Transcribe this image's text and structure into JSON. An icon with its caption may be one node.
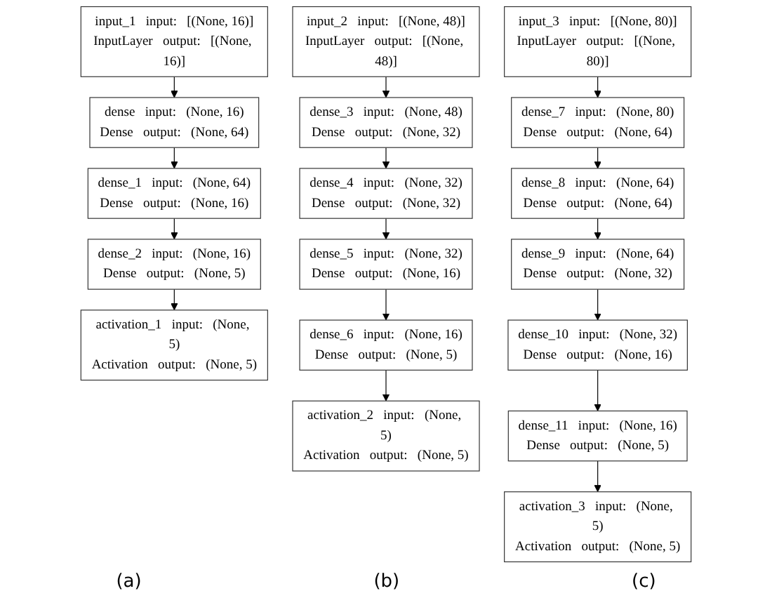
{
  "diagram": {
    "nodes": [
      {
        "text": [
          "input_1",
          "input:",
          "[(None, 16)]",
          "InputLayer",
          "output:",
          "[(None, 16)]"
        ]
      },
      {
        "text": [
          "dense",
          "input:",
          "(None, 16)",
          "Dense",
          "output:",
          "(None, 64)"
        ]
      },
      {
        "text": [
          "dense_1",
          "input:",
          "(None, 64)",
          "Dense",
          "output:",
          "(None, 16)"
        ]
      },
      {
        "text": [
          "dense_2",
          "input:",
          "(None, 16)",
          "Dense",
          "output:",
          "(None, 5)"
        ]
      },
      {
        "text": [
          "activation_1",
          "input:",
          "(None, 5)",
          "Activation",
          "output:",
          "(None, 5)"
        ]
      },
      {
        "text": [
          "input_2",
          "input:",
          "[(None, 48)]",
          "InputLayer",
          "output:",
          "[(None, 48)]"
        ]
      },
      {
        "text": [
          "dense_3",
          "input:",
          "(None, 48)",
          "Dense",
          "output:",
          "(None, 32)"
        ]
      },
      {
        "text": [
          "dense_4",
          "input:",
          "(None, 32)",
          "Dense",
          "output:",
          "(None, 32)"
        ]
      },
      {
        "text": [
          "dense_5",
          "input:",
          "(None, 32)",
          "Dense",
          "output:",
          "(None, 16)"
        ]
      },
      {
        "text": [
          "dense_6",
          "input:",
          "(None, 16)",
          "Dense",
          "output:",
          "(None, 5)"
        ]
      },
      {
        "text": [
          "activation_2",
          "input:",
          "(None, 5)",
          "Activation",
          "output:",
          "(None, 5)"
        ]
      },
      {
        "text": [
          "input_3",
          "input:",
          "[(None, 80)]",
          "InputLayer",
          "output:",
          "[(None, 80)]"
        ]
      },
      {
        "text": [
          "dense_7",
          "input:",
          "(None, 80)",
          "Dense",
          "output:",
          "(None, 64)"
        ]
      },
      {
        "text": [
          "dense_8",
          "input:",
          "(None, 64)",
          "Dense",
          "output:",
          "(None, 64)"
        ]
      },
      {
        "text": [
          "dense_9",
          "input:",
          "(None, 64)",
          "Dense",
          "output:",
          "(None, 32)"
        ]
      },
      {
        "text": [
          "dense_10",
          "input:",
          "(None, 32)",
          "Dense",
          "output:",
          "(None, 16)"
        ]
      },
      {
        "text": [
          "dense_11",
          "input:",
          "(None, 16)",
          "Dense",
          "output:",
          "(None, 5)"
        ]
      },
      {
        "text": [
          "activation_3",
          "input:",
          "(None, 5)",
          "Activation",
          "output:",
          "(None, 5)"
        ]
      }
    ],
    "edges": [
      {
        "from": 0,
        "to": 1,
        "arrow": "to"
      },
      {
        "from": 1,
        "to": 2,
        "arrow": "to"
      },
      {
        "from": 2,
        "to": 3,
        "arrow": "to"
      },
      {
        "from": 3,
        "to": 4,
        "arrow": "to"
      },
      {
        "from": 5,
        "to": 6,
        "arrow": "to"
      },
      {
        "from": 6,
        "to": 7,
        "arrow": "to"
      },
      {
        "from": 7,
        "to": 8,
        "arrow": "to"
      },
      {
        "from": 8,
        "to": 9,
        "arrow": "to"
      },
      {
        "from": 9,
        "to": 10,
        "arrow": "to"
      },
      {
        "from": 11,
        "to": 12,
        "arrow": "to"
      },
      {
        "from": 12,
        "to": 13,
        "arrow": "to"
      },
      {
        "from": 13,
        "to": 14,
        "arrow": "to"
      },
      {
        "from": 14,
        "to": 15,
        "arrow": "to"
      },
      {
        "from": 15,
        "to": 16,
        "arrow": "to"
      },
      {
        "from": 16,
        "to": 17,
        "arrow": "to"
      }
    ],
    "labels": [
      "(a)",
      "(b)",
      "(c)"
    ]
  }
}
